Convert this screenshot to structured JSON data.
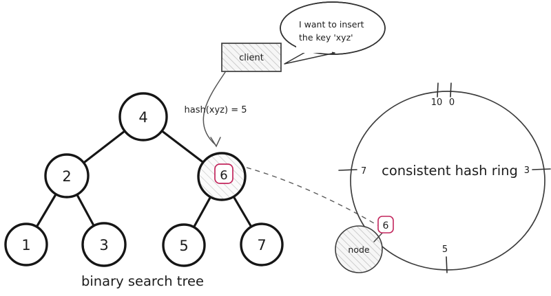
{
  "colors": {
    "ink": "#161616",
    "line": "#3d3d3d",
    "accent_badge": "#c2255c",
    "connector": "#5a5a5a",
    "hatch": "#cccccc"
  },
  "speech_bubble": {
    "line1": "I want to insert",
    "line2": "the key 'xyz'"
  },
  "client": {
    "label": "client"
  },
  "hash_annotation": "hash(xyz) = 5",
  "tree": {
    "caption": "binary search tree",
    "nodes": [
      {
        "value": "4"
      },
      {
        "value": "2"
      },
      {
        "value": "6"
      },
      {
        "value": "1"
      },
      {
        "value": "3"
      },
      {
        "value": "5"
      },
      {
        "value": "7"
      }
    ],
    "highlight_badge": "6"
  },
  "ring": {
    "title": "consistent hash ring",
    "ticks": {
      "top_left": "10",
      "top_right": "0",
      "right": "3",
      "bottom": "5",
      "left": "7"
    },
    "server_node_label": "node",
    "position_badge": "6"
  }
}
